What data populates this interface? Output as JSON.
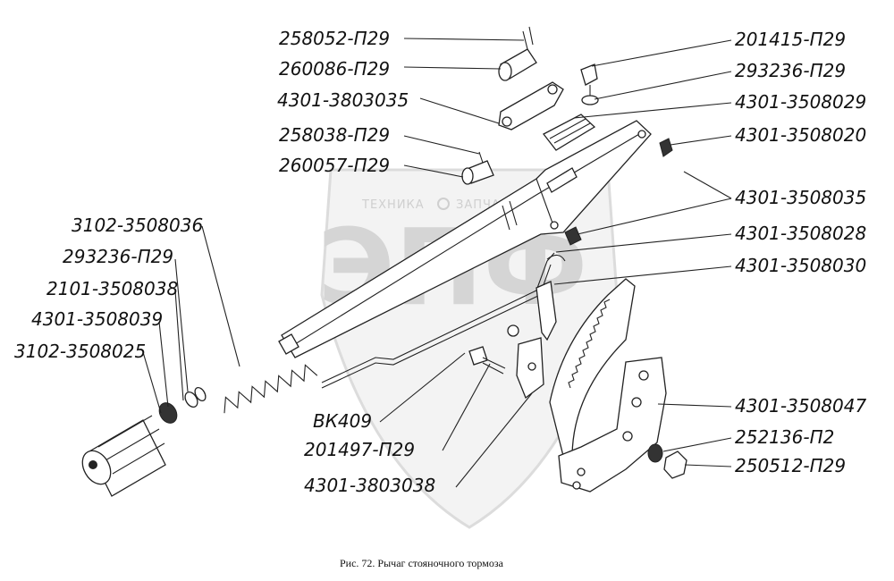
{
  "watermark": {
    "brand": "ЭПФ",
    "line1": "ТЕХНИКА",
    "line2": "ЗАПЧАСТИ"
  },
  "labels": {
    "l01": "258052-П29",
    "l02": "260086-П29",
    "l03": "4301-3803035",
    "l04": "258038-П29",
    "l05": "260057-П29",
    "l06": "3102-3508036",
    "l07": "293236-П29",
    "l08": "2101-3508038",
    "l09": "4301-3508039",
    "l10": "3102-3508025",
    "l11": "ВК409",
    "l12": "201497-П29",
    "l13": "4301-3803038",
    "r01": "201415-П29",
    "r02": "293236-П29",
    "r03": "4301-3508029",
    "r04": "4301-3508020",
    "r05": "4301-3508035",
    "r06": "4301-3508028",
    "r07": "4301-3508030",
    "r08": "4301-3508047",
    "r09": "252136-П2",
    "r10": "250512-П29"
  },
  "caption": "Рис. 72. Рычаг стояночного тормоза"
}
